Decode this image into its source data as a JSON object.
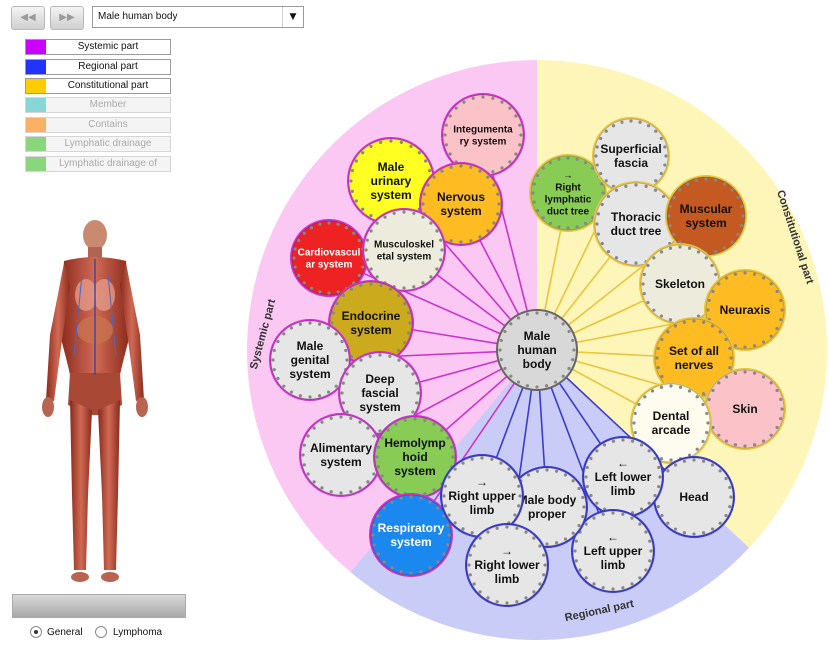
{
  "toolbar": {
    "back_glyph": "◀◀",
    "forward_glyph": "▶▶",
    "selected_view": "Male human body",
    "dropdown_glyph": "▼"
  },
  "legend": [
    {
      "label": "Systemic part",
      "color": "#cc00ff",
      "enabled": true
    },
    {
      "label": "Regional part",
      "color": "#2233ff",
      "enabled": true
    },
    {
      "label": "Constitutional part",
      "color": "#ffcc00",
      "enabled": true
    },
    {
      "label": "Member",
      "color": "#66cccc",
      "enabled": false
    },
    {
      "label": "Contains",
      "color": "#ff9933",
      "enabled": false
    },
    {
      "label": "Lymphatic drainage",
      "color": "#66cc55",
      "enabled": false
    },
    {
      "label": "Lymphatic drainage of",
      "color": "#66cc55",
      "enabled": false
    }
  ],
  "radios": {
    "general": "General",
    "lymphoma": "Lymphoma",
    "selected": "general"
  },
  "diagram": {
    "center_label": [
      "Male",
      "human",
      "body"
    ],
    "sector_labels": {
      "systemic": "Systemic part",
      "constitutional": "Constitutional part",
      "regional": "Regional part"
    },
    "colors": {
      "systemic_fill": "#fbc8f4",
      "systemic_line": "#cc33cc",
      "constitutional_fill": "#fdf6b8",
      "constitutional_line": "#e8c440",
      "regional_fill": "#c9ccf6",
      "regional_line": "#3b3bcf"
    },
    "nodes": [
      {
        "id": "integumentary",
        "lines": [
          "Integumenta",
          "ry system"
        ],
        "fill": "#fbc3c7",
        "group": "systemic",
        "small": true
      },
      {
        "id": "male-urinary",
        "lines": [
          "Male",
          "urinary",
          "system"
        ],
        "fill": "#ffff22",
        "group": "systemic"
      },
      {
        "id": "nervous",
        "lines": [
          "Nervous",
          "system"
        ],
        "fill": "#ffbb22",
        "group": "systemic"
      },
      {
        "id": "cardiovascular",
        "lines": [
          "Cardiovascul",
          "ar system"
        ],
        "fill": "#ee2222",
        "group": "systemic",
        "small": true,
        "light": true
      },
      {
        "id": "musculoskeletal",
        "lines": [
          "Musculoskel",
          "etal system"
        ],
        "fill": "#ecebdc",
        "group": "systemic",
        "small": true
      },
      {
        "id": "endocrine",
        "lines": [
          "Endocrine",
          "system"
        ],
        "fill": "#cbaa1e",
        "group": "systemic"
      },
      {
        "id": "male-genital",
        "lines": [
          "Male",
          "genital",
          "system"
        ],
        "fill": "#e6e6e6",
        "group": "systemic"
      },
      {
        "id": "deep-fascial",
        "lines": [
          "Deep",
          "fascial",
          "system"
        ],
        "fill": "#e6e6e6",
        "group": "systemic"
      },
      {
        "id": "alimentary",
        "lines": [
          "Alimentary",
          "system"
        ],
        "fill": "#e6e6e6",
        "group": "systemic"
      },
      {
        "id": "hemolymphoid",
        "lines": [
          "Hemolymp",
          "hoid",
          "system"
        ],
        "fill": "#88cc55",
        "group": "systemic"
      },
      {
        "id": "respiratory",
        "lines": [
          "Respiratory",
          "system"
        ],
        "fill": "#1a88ee",
        "group": "systemic",
        "light": true
      },
      {
        "id": "right-lymphatic",
        "lines": [
          "→",
          "Right",
          "lymphatic",
          "duct tree"
        ],
        "fill": "#88cc55",
        "group": "constitutional",
        "small": true
      },
      {
        "id": "superficial-fascia",
        "lines": [
          "Superficial",
          "fascia"
        ],
        "fill": "#e6e6e6",
        "group": "constitutional"
      },
      {
        "id": "thoracic-duct",
        "lines": [
          "Thoracic",
          "duct tree"
        ],
        "fill": "#e6e6e6",
        "group": "constitutional"
      },
      {
        "id": "muscular",
        "lines": [
          "Muscular",
          "system"
        ],
        "fill": "#c45a22",
        "group": "constitutional"
      },
      {
        "id": "skeleton",
        "lines": [
          "Skeleton"
        ],
        "fill": "#ecebdc",
        "group": "constitutional"
      },
      {
        "id": "neuraxis",
        "lines": [
          "Neuraxis"
        ],
        "fill": "#ffbb22",
        "group": "constitutional"
      },
      {
        "id": "set-of-all-nerves",
        "lines": [
          "Set of all",
          "nerves"
        ],
        "fill": "#ffbb22",
        "group": "constitutional"
      },
      {
        "id": "skin",
        "lines": [
          "Skin"
        ],
        "fill": "#fbc3c7",
        "group": "constitutional"
      },
      {
        "id": "dental-arcade",
        "lines": [
          "Dental",
          "arcade"
        ],
        "fill": "#fdfcee",
        "group": "constitutional"
      },
      {
        "id": "head",
        "lines": [
          "Head"
        ],
        "fill": "#e6e6e6",
        "group": "regional"
      },
      {
        "id": "left-lower-limb",
        "lines": [
          "←",
          "Left lower",
          "limb"
        ],
        "fill": "#e6e6e6",
        "group": "regional"
      },
      {
        "id": "left-upper-limb",
        "lines": [
          "←",
          "Left upper",
          "limb"
        ],
        "fill": "#e6e6e6",
        "group": "regional"
      },
      {
        "id": "male-body-proper",
        "lines": [
          "Male body",
          "proper"
        ],
        "fill": "#e6e6e6",
        "group": "regional"
      },
      {
        "id": "right-upper-limb",
        "lines": [
          "→",
          "Right upper",
          "limb"
        ],
        "fill": "#e6e6e6",
        "group": "regional"
      },
      {
        "id": "right-lower-limb",
        "lines": [
          "→",
          "Right lower",
          "limb"
        ],
        "fill": "#e6e6e6",
        "group": "regional"
      }
    ]
  }
}
